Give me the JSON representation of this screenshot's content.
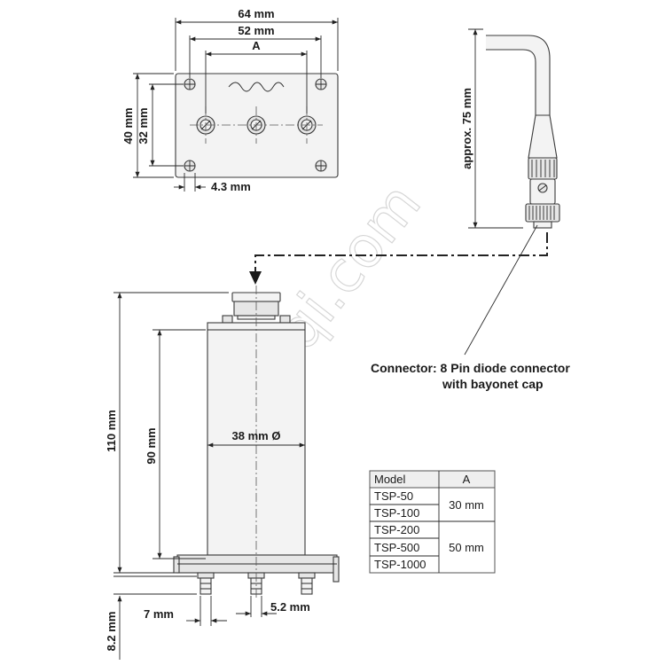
{
  "watermark": "uyiqi.com",
  "top_view": {
    "dim_total_width": "64 mm",
    "dim_hole_spacing": "52 mm",
    "dim_a": "A",
    "dim_height": "40 mm",
    "dim_hole_height": "32 mm",
    "dim_hole_offset": "4.3 mm"
  },
  "cable_view": {
    "dim_cable_length": "approx. 75 mm"
  },
  "side_view": {
    "dim_total_height": "110 mm",
    "dim_body_height": "90 mm",
    "dim_diameter": "38 mm Ø",
    "dim_pin_width": "7 mm",
    "dim_pin_spacing": "5.2 mm",
    "dim_pin_length": "8.2 mm"
  },
  "connector_note": {
    "line1": "Connector: 8 Pin diode connector",
    "line2": "with bayonet cap"
  },
  "model_table": {
    "header_model": "Model",
    "header_a": "A",
    "group1": {
      "models": [
        "TSP-50",
        "TSP-100"
      ],
      "a": "30 mm"
    },
    "group2": {
      "models": [
        "TSP-200",
        "TSP-500",
        "TSP-1000"
      ],
      "a": "50 mm"
    }
  }
}
